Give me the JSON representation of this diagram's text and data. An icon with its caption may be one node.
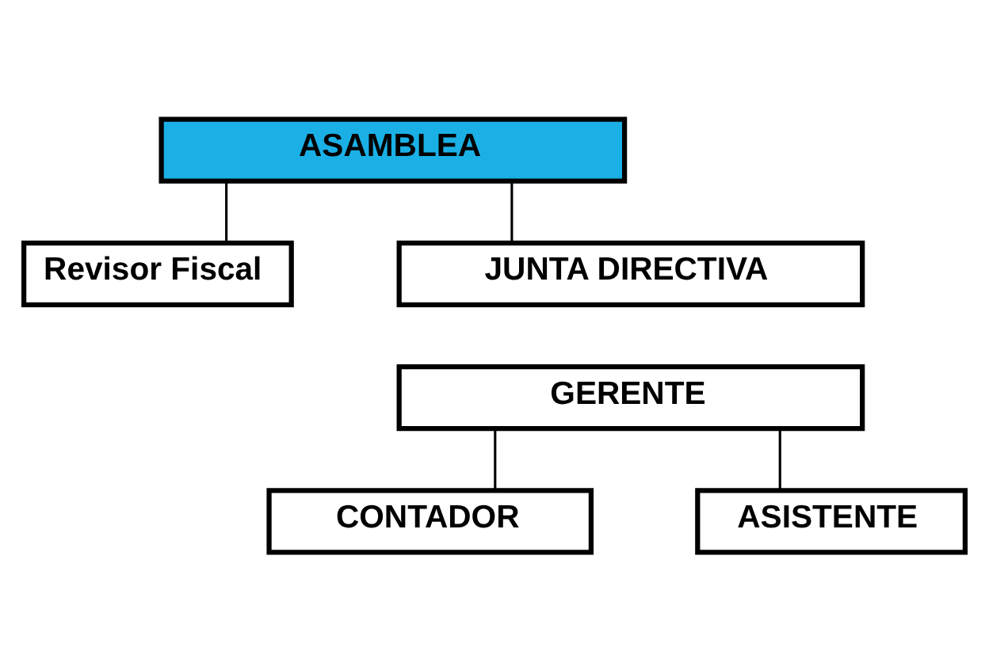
{
  "diagram": {
    "nodes": [
      {
        "text": [
          "ASAMBLEA"
        ]
      },
      {
        "text": [
          "Revisor Fiscal"
        ]
      },
      {
        "text": [
          "JUNTA DIRECTIVA"
        ]
      },
      {
        "text": [
          "GERENTE"
        ]
      },
      {
        "text": [
          "CONTADOR"
        ]
      },
      {
        "text": [
          "ASISTENTE"
        ]
      }
    ],
    "edges": [
      {
        "from": 0,
        "to": 2,
        "arrow": "none"
      },
      {
        "from": 0,
        "to": 1,
        "arrow": "none"
      },
      {
        "from": 3,
        "to": 4,
        "arrow": "none"
      },
      {
        "from": 3,
        "to": 5,
        "arrow": "none"
      }
    ]
  }
}
